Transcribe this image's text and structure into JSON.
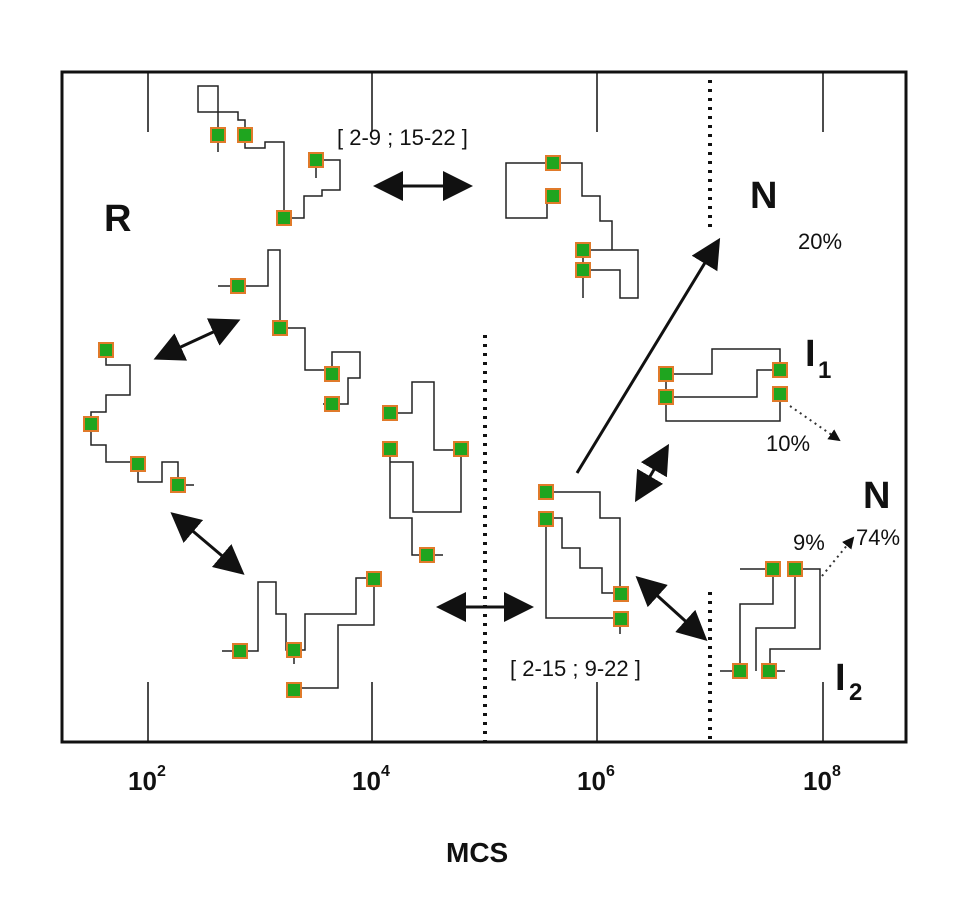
{
  "labels": {
    "R": "R",
    "N_top": "N",
    "N_top_pct": "20%",
    "I1": "I",
    "I1_sub": "1",
    "I1_pct": "10%",
    "N_right": "N",
    "N_right_pct1": "9%",
    "N_right_pct2": "74%",
    "I2": "I",
    "I2_sub": "2",
    "range_top": "[ 2-9 ; 15-22 ]",
    "range_bottom": "[ 2-15 ; 9-22 ]"
  },
  "axis": {
    "xlabel": "MCS",
    "ticks": [
      {
        "base": "10",
        "exp": "2"
      },
      {
        "base": "10",
        "exp": "4"
      },
      {
        "base": "10",
        "exp": "6"
      },
      {
        "base": "10",
        "exp": "8"
      }
    ],
    "scale": "log"
  },
  "colors": {
    "bead_fill": "#1fa51f",
    "bead_border": "#e07a2a",
    "line": "#111111"
  }
}
